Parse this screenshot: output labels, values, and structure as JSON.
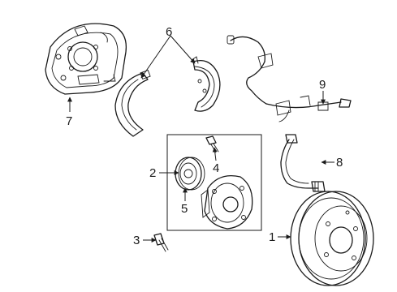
{
  "callouts": {
    "c1": "1",
    "c2": "2",
    "c3": "3",
    "c4": "4",
    "c5": "5",
    "c6": "6",
    "c7": "7",
    "c8": "8",
    "c9": "9"
  },
  "colors": {
    "line": "#1a1a1a",
    "background": "#ffffff"
  }
}
